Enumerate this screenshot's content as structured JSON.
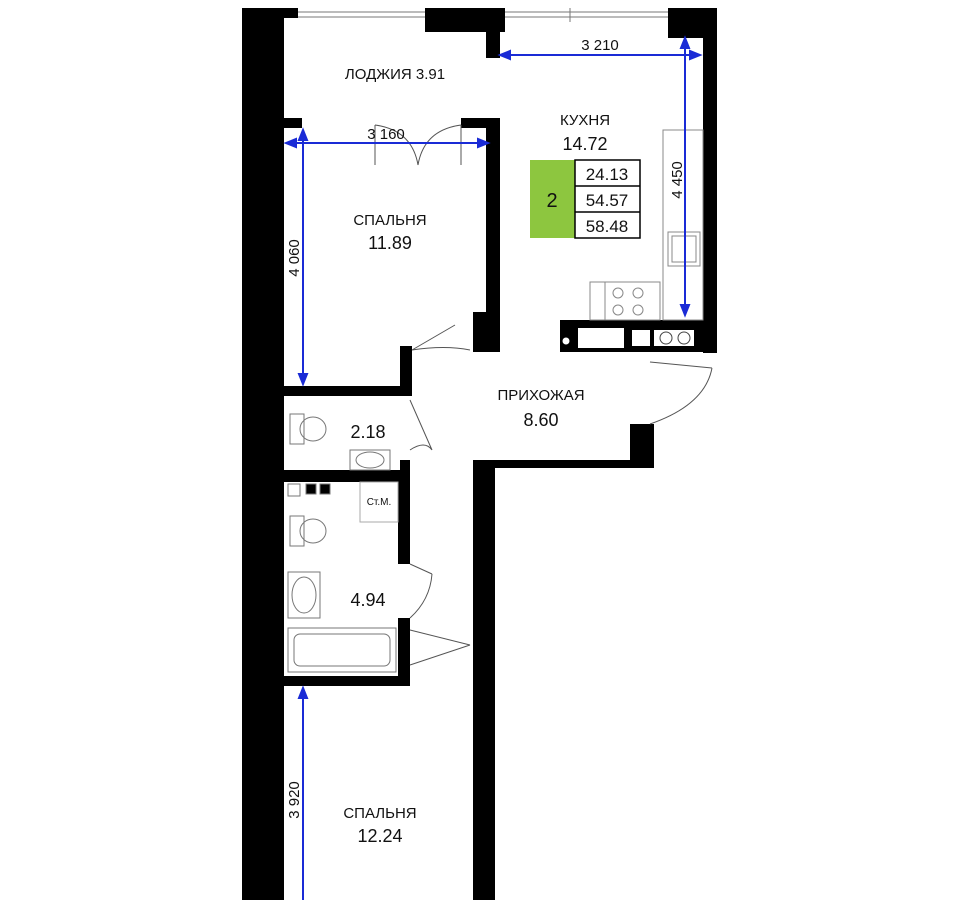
{
  "rooms": {
    "loggia": {
      "name": "ЛОДЖИЯ",
      "area": "3.91"
    },
    "kitchen": {
      "name": "КУХНЯ",
      "area": "14.72"
    },
    "bedroom1": {
      "name": "СПАЛЬНЯ",
      "area": "11.89"
    },
    "bathroom": {
      "area": "2.18"
    },
    "hallway": {
      "name": "ПРИХОЖАЯ",
      "area": "8.60"
    },
    "washroom": {
      "area": "4.94"
    },
    "bedroom2": {
      "name": "СПАЛЬНЯ",
      "area": "12.24"
    }
  },
  "badge": {
    "rooms_count": "2",
    "living_area": "24.13",
    "total_area": "54.57",
    "total_with_loggia": "58.48",
    "color": "#8dc63f"
  },
  "dimensions": {
    "kitchen_width": "3 210",
    "kitchen_depth": "4 450",
    "bedroom1_width": "3 160",
    "bedroom1_depth": "4 060",
    "bedroom2_depth": "3 920"
  },
  "labels": {
    "washing_machine": "Ст.М."
  },
  "colors": {
    "wall": "#000000",
    "dimension_line": "#1a2bd6",
    "fixture_stroke": "#888888"
  }
}
